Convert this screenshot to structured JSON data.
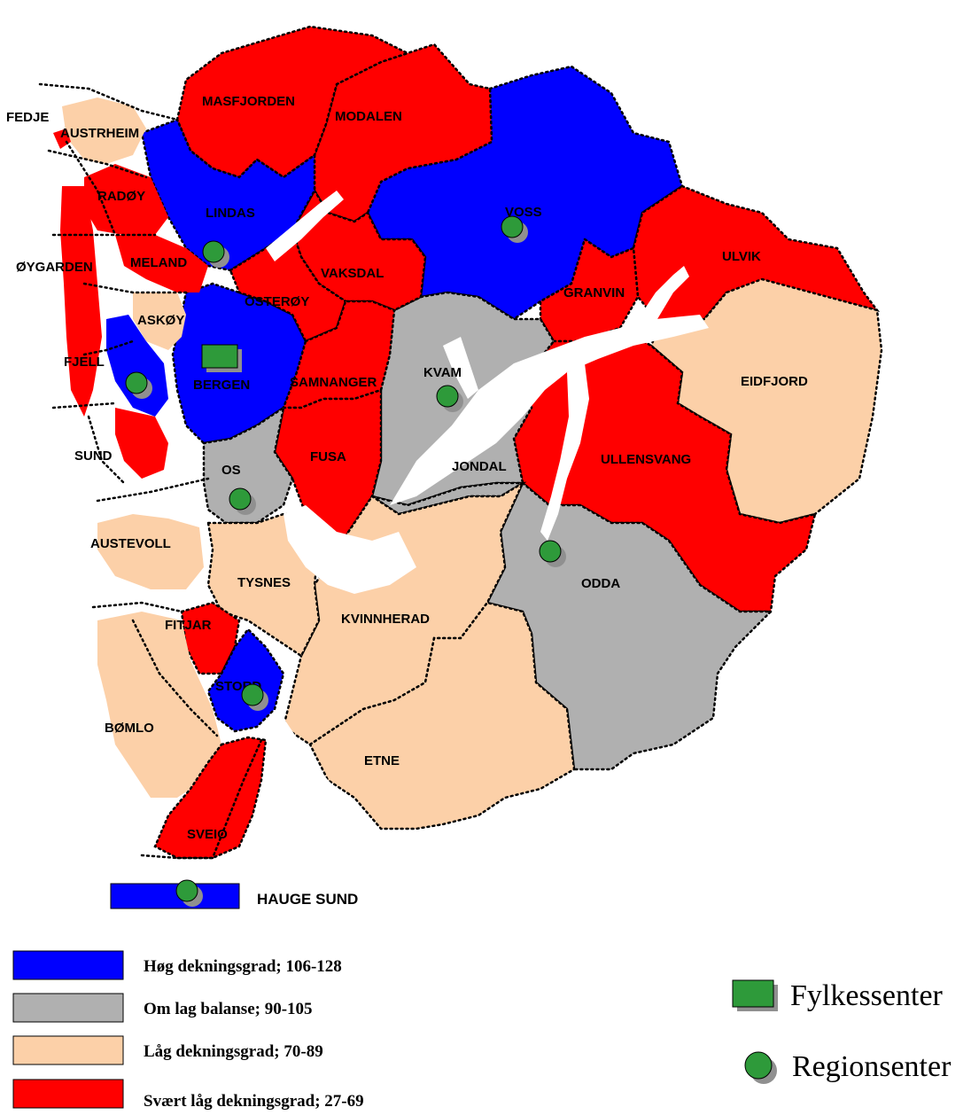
{
  "colors": {
    "hog": "#0000ff",
    "balanse": "#b0b0b0",
    "lag": "#fcd0a8",
    "svaert_lag": "#ff0000",
    "center": "#2e9a3a",
    "shadow": "#909090"
  },
  "municipalities": {
    "fedje": "FEDJE",
    "austrheim": "AUSTRHEIM",
    "masfjorden": "MASFJORDEN",
    "modalen": "MODALEN",
    "radoy": "RADØY",
    "lindas": "LINDAS",
    "voss": "VOSS",
    "meland": "MELAND",
    "oygarden": "ØYGARDEN",
    "vaksdal": "VAKSDAL",
    "ulvik": "ULVIK",
    "granvin": "GRANVIN",
    "osteroy": "OSTERØY",
    "askoy": "ASKØY",
    "fjell": "FJELL",
    "bergen": "BERGEN",
    "samnanger": "SAMNANGER",
    "kvam": "KVAM",
    "eidfjord": "EIDFJORD",
    "sund": "SUND",
    "fusa": "FUSA",
    "jondal": "JONDAL",
    "ullensvang": "ULLENSVANG",
    "os": "OS",
    "austevoll": "AUSTEVOLL",
    "odda": "ODDA",
    "tysnes": "TYSNES",
    "kvinnherad": "KVINNHERAD",
    "fitjar": "FITJAR",
    "stord": "STORD",
    "bomlo": "BØMLO",
    "etne": "ETNE",
    "sveio": "SVEIO",
    "haugesund": "HAUGE SUND"
  },
  "legend": {
    "hog": "Høg dekningsgrad; 106-128",
    "balanse": "Om lag balanse; 90-105",
    "lag": "Låg dekningsgrad; 70-89",
    "svaert_lag": "Svært låg dekningsgrad; 27-69",
    "fylkessenter": "Fylkessenter",
    "regionsenter": "Regionsenter"
  }
}
